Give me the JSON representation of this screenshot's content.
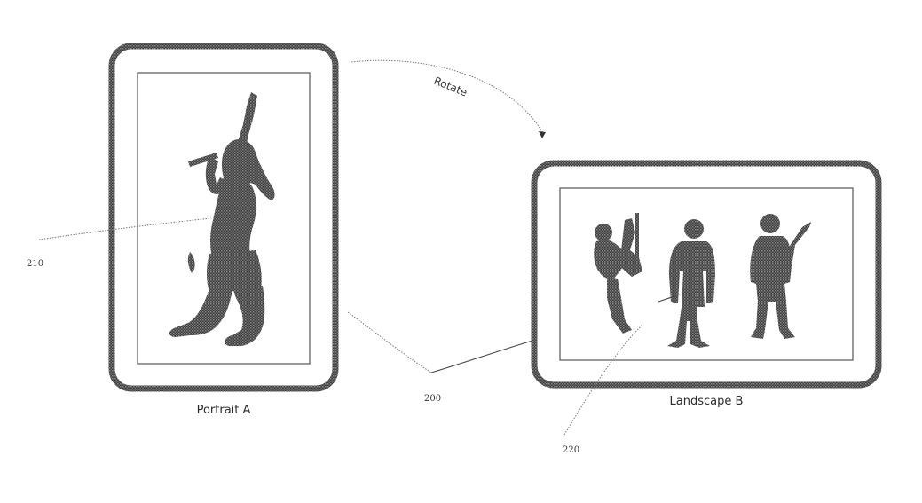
{
  "captions": {
    "portrait": "Portrait A",
    "landscape": "Landscape B"
  },
  "labels": {
    "rotate": "Rotate",
    "device_ref": "200",
    "portrait_content_ref": "210",
    "landscape_content_ref": "220"
  },
  "colors": {
    "ink": "#2b2b2b",
    "hatch_dark": "#333333",
    "background": "#ffffff"
  }
}
